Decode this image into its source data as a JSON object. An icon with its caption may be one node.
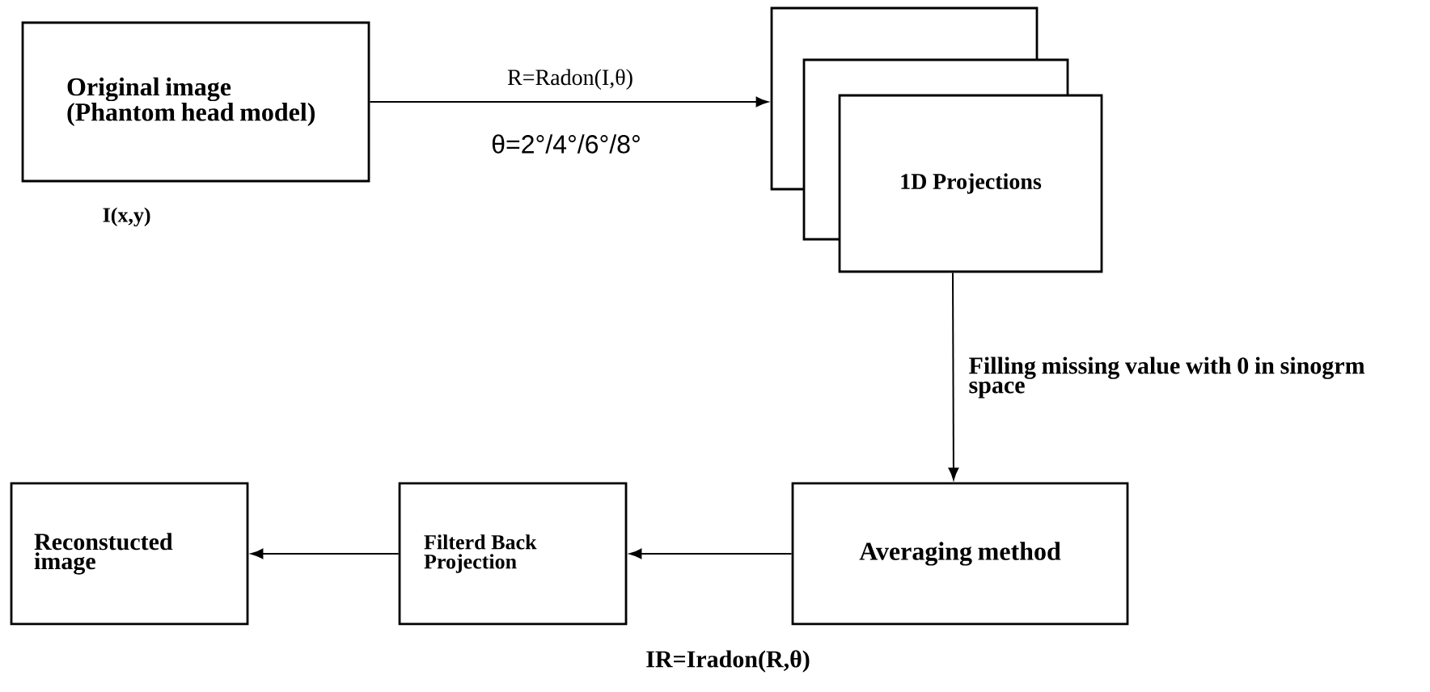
{
  "diagram": {
    "nodes": [
      {
        "text": [
          "Original image (Phantom head model)"
        ],
        "beside": [
          "I(x,y)"
        ]
      },
      {
        "text": [],
        "shape": "box"
      },
      {
        "text": [],
        "shape": "box"
      },
      {
        "text": [
          "1D Projections"
        ]
      },
      {
        "text": [
          "Averaging method"
        ]
      },
      {
        "text": [
          "Filterd Back Projection"
        ]
      },
      {
        "text": [
          "Reconstucted image"
        ]
      }
    ],
    "edges": [
      {
        "from": 0,
        "to": 1,
        "arrow": "to",
        "label": "R=Radon(I,θ)"
      },
      {
        "from": 3,
        "to": 4,
        "arrow": "to",
        "label": "Filling missing value with 0 in sinogrm space"
      },
      {
        "from": 4,
        "to": 5,
        "arrow": "to"
      },
      {
        "from": 5,
        "to": 6,
        "arrow": "to"
      }
    ],
    "labels": [
      "θ=2°/4°/6°/8°",
      "IR=Iradon(R,θ)"
    ]
  }
}
